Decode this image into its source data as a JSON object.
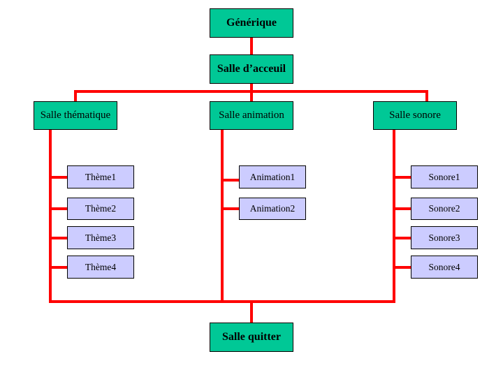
{
  "colors": {
    "main_node": "#00c896",
    "sub_node": "#ccccff",
    "connector": "#ff0000",
    "border": "#000000"
  },
  "nodes": {
    "generique": "Générique",
    "accueil": "Salle d’acceuil",
    "thematique": "Salle thématique",
    "animation": "Salle animation",
    "sonore": "Salle sonore",
    "quitter": "Salle quitter"
  },
  "themes": [
    "Thème1",
    "Thème2",
    "Thème3",
    "Thème4"
  ],
  "animations": [
    "Animation1",
    "Animation2"
  ],
  "sonores": [
    "Sonore1",
    "Sonore2",
    "Sonore3",
    "Sonore4"
  ]
}
